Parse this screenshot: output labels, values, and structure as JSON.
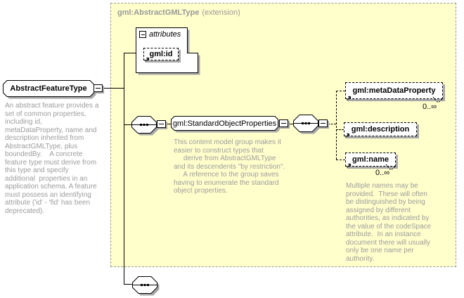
{
  "header": {
    "type_name": "gml:AbstractGMLType",
    "derivation": "(extension)"
  },
  "root": {
    "name": "AbstractFeatureType",
    "annotation": "An abstract feature provides a\nset of common properties,\nincluding id,\nmetaDataProperty, name and\ndescription inherited from\nAbstractGMLType, plus\nboundedBy.    A concrete\nfeature type must derive from\nthis type and specify\nadditional  properties in an\napplication schema. A feature\nmust possess an identifying\nattribute ('id' - 'fid' has been\ndeprecated)."
  },
  "attributes_group": {
    "label": "attributes",
    "attribute": {
      "name": "gml:id"
    }
  },
  "group": {
    "name": "gml:StandardObjectProperties",
    "annotation": "This content model group makes it\neasier to construct types that\n     derive from AbstractGMLType\nand its descendents \"by restriction\".\n     A reference to the group saves\nhaving to enumerate the standard\nobject properties."
  },
  "children": [
    {
      "name": "gml:metaDataProperty",
      "occurrence": "0..∞"
    },
    {
      "name": "gml:description"
    },
    {
      "name": "gml:name",
      "occurrence": "0..∞",
      "annotation": "Multiple names may be\nprovided.  These will often\nbe distinguished by being\nassigned by different\nauthorities, as indicated by\nthe value of the codeSpace\nattribute.  In an instance\ndocument there will usually\nonly be one name per\nauthority."
    }
  ],
  "colors": {
    "extension_bg": "#ffffcc",
    "extension_border": "#999999",
    "header_text": "#999999",
    "annotation_text": "#9c9c9c",
    "shadow": "#a9a9a9"
  }
}
